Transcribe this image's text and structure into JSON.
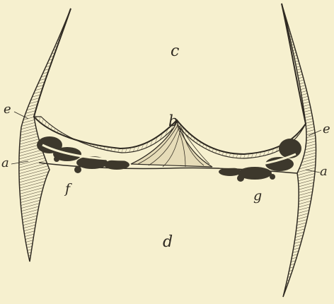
{
  "figure": {
    "labels": {
      "c": "c",
      "d": "d",
      "b": "b",
      "e_left": "e",
      "a_left": "a",
      "f": "f",
      "e_right": "e",
      "a_right": "a",
      "g": "g"
    }
  },
  "colors": {
    "paper": "#f6f0cf",
    "ink": "#2f2a22",
    "tissue": "#d8ccaa",
    "dark_mass": "#3d382c"
  }
}
